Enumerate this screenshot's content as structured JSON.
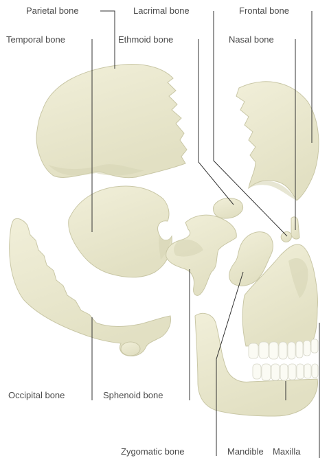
{
  "figure": {
    "bone_color": "#ebe9cf",
    "bone_edge_color": "#c9c7a6",
    "tooth_color": "#fbfbf4",
    "label_color": "#4a4a4a",
    "leader_color": "#333333",
    "labels": {
      "parietal": "Parietal bone",
      "lacrimal": "Lacrimal bone",
      "frontal": "Frontal bone",
      "temporal": "Temporal bone",
      "ethmoid": "Ethmoid bone",
      "nasal": "Nasal bone",
      "occipital": "Occipital bone",
      "sphenoid": "Sphenoid bone",
      "zygomatic": "Zygomatic bone",
      "mandible": "Mandible",
      "maxilla": "Maxilla"
    }
  }
}
